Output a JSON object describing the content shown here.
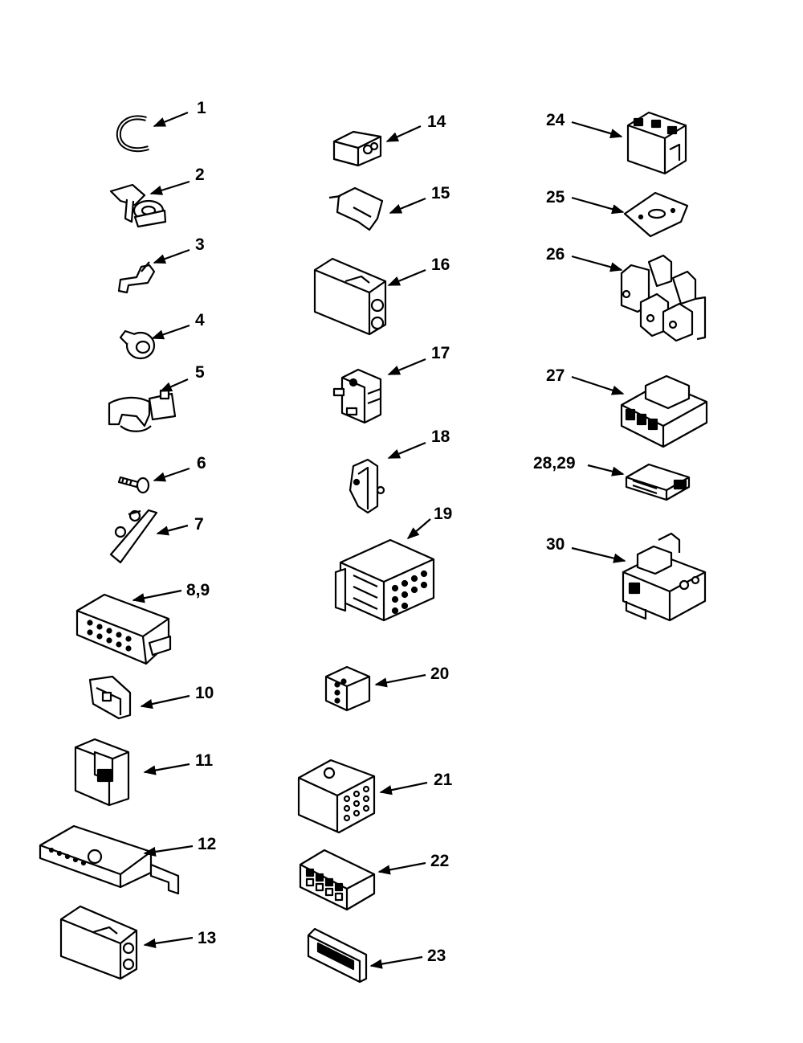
{
  "diagram": {
    "callouts": [
      {
        "id": "p1",
        "label": "1"
      },
      {
        "id": "p2",
        "label": "2"
      },
      {
        "id": "p3",
        "label": "3"
      },
      {
        "id": "p4",
        "label": "4"
      },
      {
        "id": "p5",
        "label": "5"
      },
      {
        "id": "p6",
        "label": "6"
      },
      {
        "id": "p7",
        "label": "7"
      },
      {
        "id": "p8-9",
        "label": "8,9"
      },
      {
        "id": "p10",
        "label": "10"
      },
      {
        "id": "p11",
        "label": "11"
      },
      {
        "id": "p12",
        "label": "12"
      },
      {
        "id": "p13",
        "label": "13"
      },
      {
        "id": "p14",
        "label": "14"
      },
      {
        "id": "p15",
        "label": "15"
      },
      {
        "id": "p16",
        "label": "16"
      },
      {
        "id": "p17",
        "label": "17"
      },
      {
        "id": "p18",
        "label": "18"
      },
      {
        "id": "p19",
        "label": "19"
      },
      {
        "id": "p20",
        "label": "20"
      },
      {
        "id": "p21",
        "label": "21"
      },
      {
        "id": "p22",
        "label": "22"
      },
      {
        "id": "p23",
        "label": "23"
      },
      {
        "id": "p24",
        "label": "24"
      },
      {
        "id": "p25",
        "label": "25"
      },
      {
        "id": "p26",
        "label": "26"
      },
      {
        "id": "p27",
        "label": "27"
      },
      {
        "id": "p28-29",
        "label": "28,29"
      },
      {
        "id": "p30",
        "label": "30"
      }
    ]
  }
}
